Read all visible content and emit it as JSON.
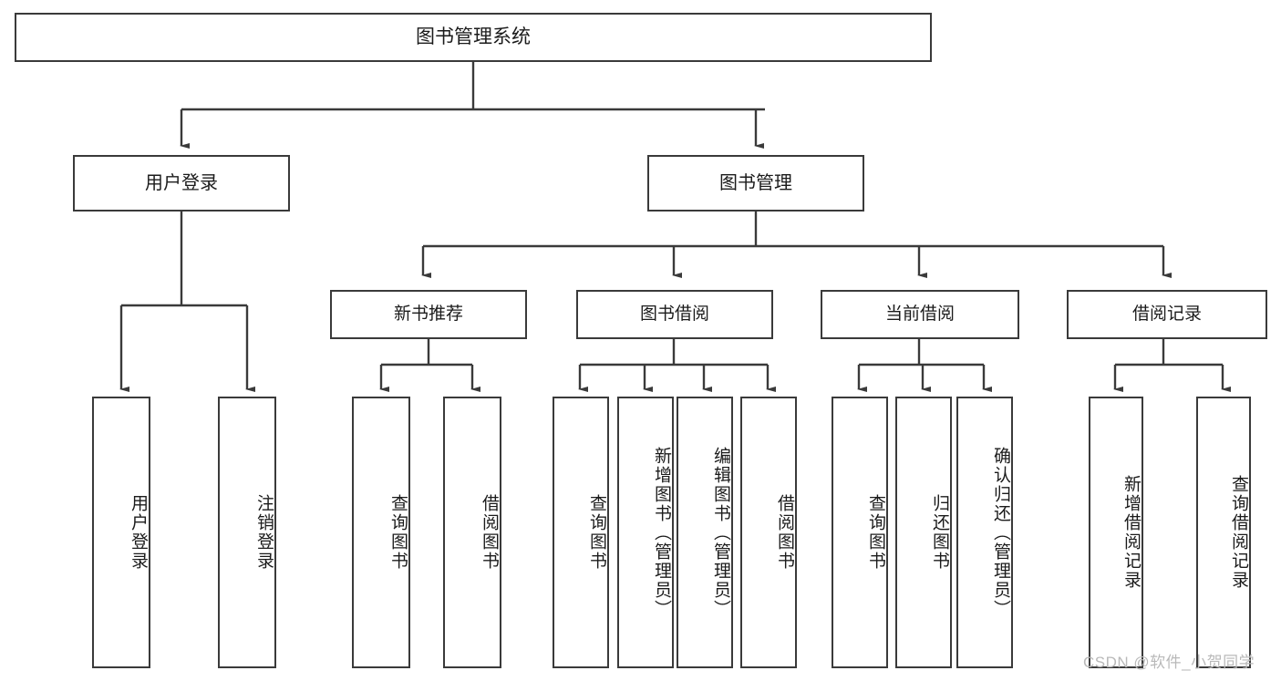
{
  "diagram": {
    "title": "图书管理系统",
    "type": "hierarchy-tree",
    "root": {
      "id": "root",
      "label": "图书管理系统"
    },
    "level2": [
      {
        "id": "user-login",
        "label": "用户登录"
      },
      {
        "id": "book-management",
        "label": "图书管理"
      }
    ],
    "level3": [
      {
        "id": "new-book-recommend",
        "label": "新书推荐",
        "parent": "book-management"
      },
      {
        "id": "book-borrow",
        "label": "图书借阅",
        "parent": "book-management"
      },
      {
        "id": "current-borrow",
        "label": "当前借阅",
        "parent": "book-management"
      },
      {
        "id": "borrow-record",
        "label": "借阅记录",
        "parent": "book-management"
      }
    ],
    "leaves": [
      {
        "id": "leaf-user-login",
        "label": "用户登录",
        "parent": "user-login"
      },
      {
        "id": "leaf-logout-login",
        "label": "注销登录",
        "parent": "user-login"
      },
      {
        "id": "leaf-query-book-1",
        "label": "查询图书",
        "parent": "new-book-recommend"
      },
      {
        "id": "leaf-borrow-book-1",
        "label": "借阅图书",
        "parent": "new-book-recommend"
      },
      {
        "id": "leaf-query-book-2",
        "label": "查询图书",
        "parent": "book-borrow"
      },
      {
        "id": "leaf-add-book",
        "label": "新增图书（管理员）",
        "parent": "book-borrow"
      },
      {
        "id": "leaf-edit-book",
        "label": "编辑图书（管理员）",
        "parent": "book-borrow"
      },
      {
        "id": "leaf-borrow-book-2",
        "label": "借阅图书",
        "parent": "book-borrow"
      },
      {
        "id": "leaf-query-book-3",
        "label": "查询图书",
        "parent": "current-borrow"
      },
      {
        "id": "leaf-return-book",
        "label": "归还图书",
        "parent": "current-borrow"
      },
      {
        "id": "leaf-confirm-return",
        "label": "确认归还（管理员）",
        "parent": "current-borrow"
      },
      {
        "id": "leaf-add-record",
        "label": "新增借阅记录",
        "parent": "borrow-record"
      },
      {
        "id": "leaf-query-record",
        "label": "查询借阅记录",
        "parent": "borrow-record"
      }
    ]
  },
  "watermark": {
    "text": "CSDN @软件_小贺同学"
  },
  "colors": {
    "border": "#3a3a3a",
    "text": "#1b1b1b",
    "background": "#ffffff",
    "watermark": "#b9b9b9"
  }
}
